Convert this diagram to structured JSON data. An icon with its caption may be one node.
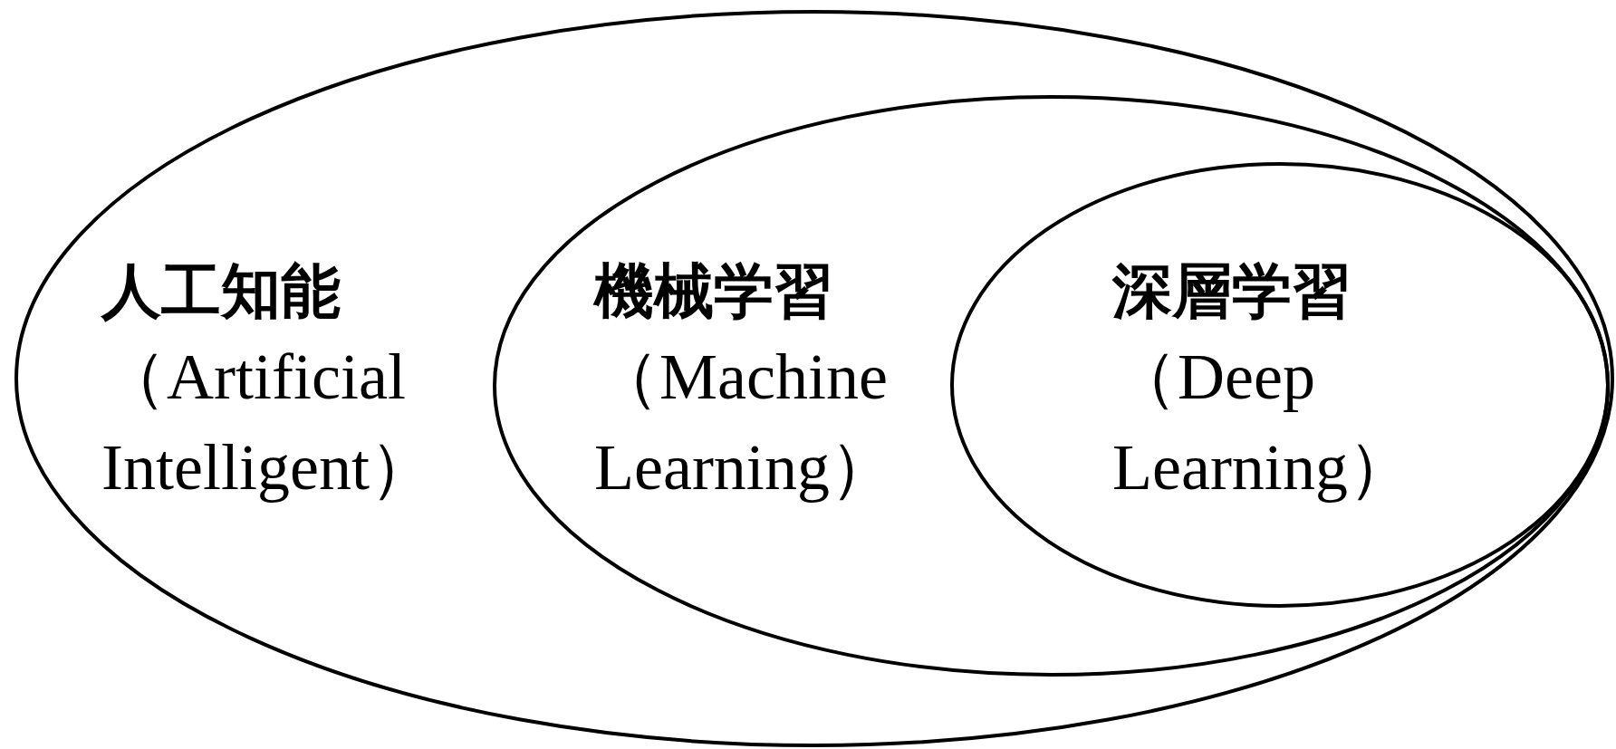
{
  "diagram": {
    "nodes": [
      {
        "text": [
          "人工知能",
          "（Artificial Intelligent）"
        ]
      },
      {
        "text": [
          "機械学習",
          "（Machine Learning）"
        ],
        "in": 0
      },
      {
        "text": [
          "深層学習",
          "（Deep Learning）"
        ],
        "in": 1
      }
    ]
  }
}
